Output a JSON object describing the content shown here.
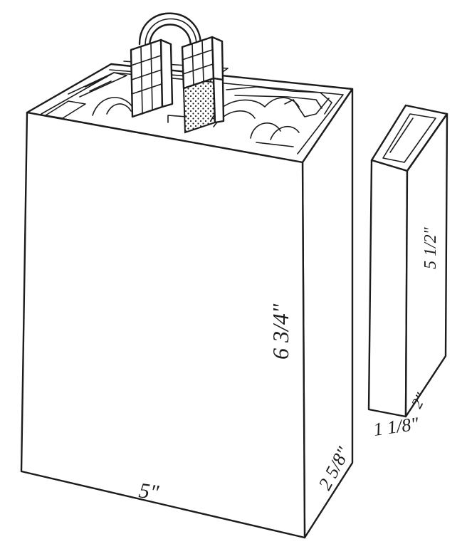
{
  "diagram": {
    "ink_color": "#1c1c1c",
    "paper_color": "#ffffff",
    "box_dimensions": {
      "width": "5\"",
      "height": "6 3/4\"",
      "depth": "2 5/8\""
    },
    "sleeve_dimensions": {
      "height": "5 1/2\"",
      "depth": "2\"",
      "width": "1 1/8\""
    }
  }
}
